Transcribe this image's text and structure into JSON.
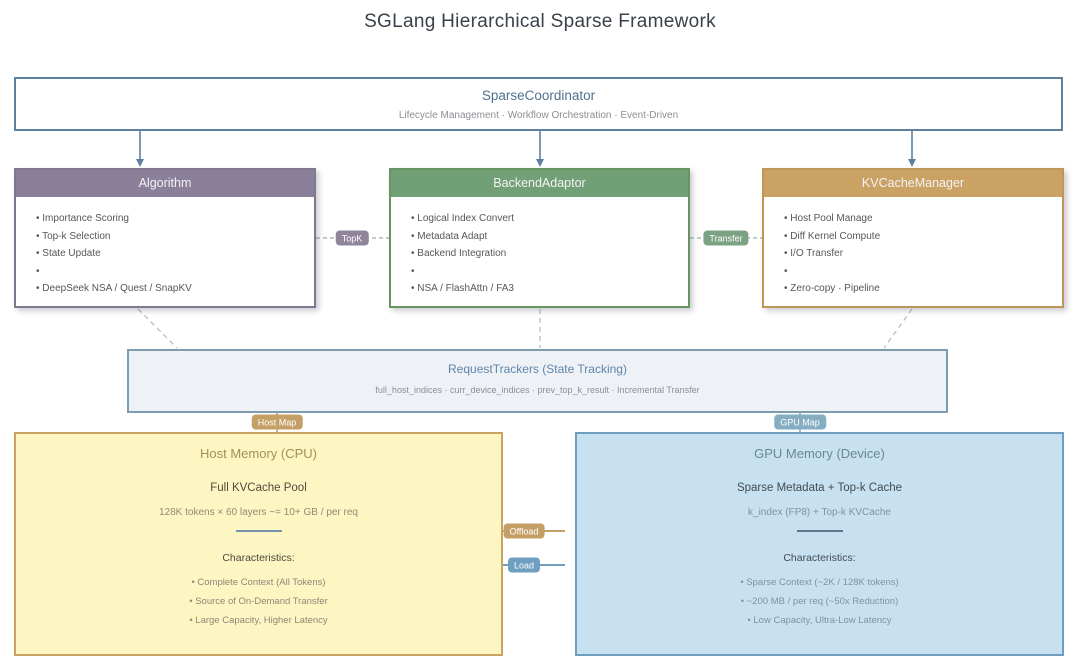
{
  "title": "SGLang Hierarchical Sparse Framework",
  "coordinator": {
    "title": "SparseCoordinator",
    "subtitle": "Lifecycle Management · Workflow Orchestration · Event-Driven"
  },
  "components": [
    {
      "title": "Algorithm",
      "items": [
        "• Importance Scoring",
        "• Top-k Selection",
        "• State Update",
        "•",
        "• DeepSeek NSA / Quest / SnapKV"
      ]
    },
    {
      "title": "BackendAdaptor",
      "items": [
        "• Logical Index Convert",
        "• Metadata Adapt",
        "• Backend Integration",
        "•",
        "• NSA / FlashAttn / FA3"
      ]
    },
    {
      "title": "KVCacheManager",
      "items": [
        "• Host Pool Manage",
        "• Diff Kernel Compute",
        "• I/O Transfer",
        "•",
        "• Zero-copy · Pipeline"
      ]
    }
  ],
  "connector_labels": {
    "topk": "TopK",
    "transfer": "Transfer",
    "host_map": "Host Map",
    "gpu_map": "GPU Map",
    "offload": "Offload",
    "load": "Load"
  },
  "trackers": {
    "title": "RequestTrackers (State Tracking)",
    "subtitle": "full_host_indices · curr_device_indices · prev_top_k_result · Incremental Transfer"
  },
  "host_memory": {
    "title": "Host Memory (CPU)",
    "heading": "Full KVCache Pool",
    "detail": "128K tokens × 60 layers ~= 10+ GB / per req",
    "characteristics_label": "Characteristics:",
    "characteristics": [
      "• Complete Context (All Tokens)",
      "• Source of On-Demand Transfer",
      "• Large Capacity, Higher Latency"
    ]
  },
  "gpu_memory": {
    "title": "GPU Memory (Device)",
    "heading": "Sparse Metadata + Top-k Cache",
    "detail": "k_index (FP8) + Top-k KVCache",
    "characteristics_label": "Characteristics:",
    "characteristics": [
      "• Sparse Context (~2K / 128K tokens)",
      "• ~200 MB / per req (~50x Reduction)",
      "• Low Capacity, Ultra-Low Latency"
    ]
  },
  "colors": {
    "coordinator_border": "#5d809f",
    "algorithm_accent": "#8b8099",
    "backend_accent": "#72a076",
    "kvcache_accent": "#c9a264",
    "trackers_border": "#7e9cb0",
    "host_bg": "#fdf5c2",
    "host_accent": "#c9a264",
    "gpu_bg": "#c8e1f0",
    "gpu_accent": "#6e9ec0"
  }
}
